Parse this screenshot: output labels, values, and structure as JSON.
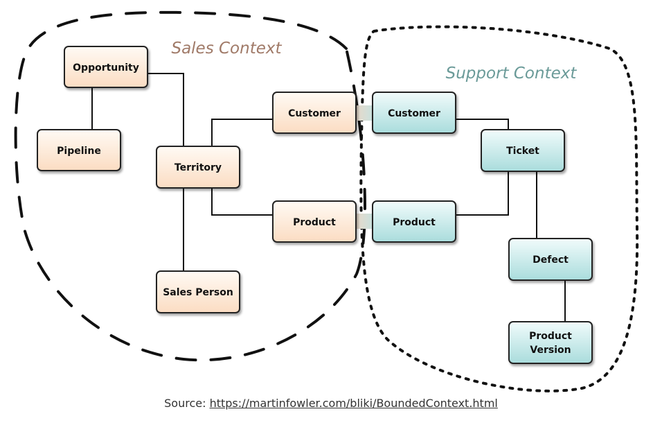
{
  "contexts": {
    "sales": {
      "title": "Sales Context",
      "color": "#a07a68",
      "fill_top": "#fffaf4",
      "fill_bottom": "#fbdcc2"
    },
    "support": {
      "title": "Support Context",
      "color": "#6a9a98",
      "fill_top": "#f1fbfb",
      "fill_bottom": "#a9dcdc"
    }
  },
  "entities": {
    "opportunity": "Opportunity",
    "pipeline": "Pipeline",
    "territory": "Territory",
    "sales_person": "Sales Person",
    "sales_customer": "Customer",
    "sales_product": "Product",
    "support_customer": "Customer",
    "support_product": "Product",
    "ticket": "Ticket",
    "defect": "Defect",
    "product_version": [
      "Product",
      "Version"
    ]
  },
  "source": {
    "prefix": "Source:",
    "link": "https://martinfowler.com/bliki/BoundedContext.html"
  }
}
